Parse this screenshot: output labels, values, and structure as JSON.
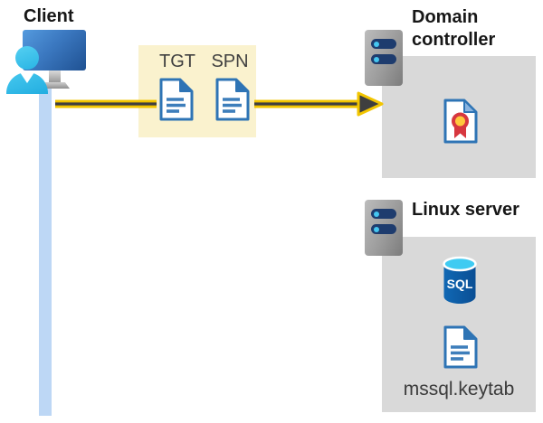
{
  "diagram": {
    "client": {
      "label": "Client"
    },
    "ticket_box": {
      "tgt": "TGT",
      "spn": "SPN"
    },
    "domain_controller": {
      "title": "Domain controller"
    },
    "linux_server": {
      "title": "Linux server",
      "sql_label": "SQL",
      "keytab_label": "mssql.keytab"
    },
    "icons": [
      "client-user-monitor-icon",
      "server-icon",
      "document-icon",
      "certificate-icon",
      "sql-database-icon"
    ],
    "colors": {
      "arrow_gold": "#F2C500",
      "arrow_core": "#3F3F3F",
      "ticket_box_bg": "#FAF2CE",
      "panel_gray": "#D9D9D9",
      "doc_blue": "#2E74B5",
      "doc_line_blue": "#3D7EBB",
      "person_cyan": "#3AC0EA",
      "monitor_blue": "#2F6BB0",
      "client_line_blue": "#BDD7F5",
      "server_gray": "#9A9A9A",
      "server_slot_navy": "#1E3C6E",
      "server_dot_cyan": "#45C6F0",
      "sql_body_blue": "#0D5CA6",
      "sql_top_cyan": "#3FCBF2",
      "cert_red": "#D7373F",
      "cert_yellow": "#FFC83D",
      "title_text": "#171717",
      "label_text": "#404040"
    }
  }
}
